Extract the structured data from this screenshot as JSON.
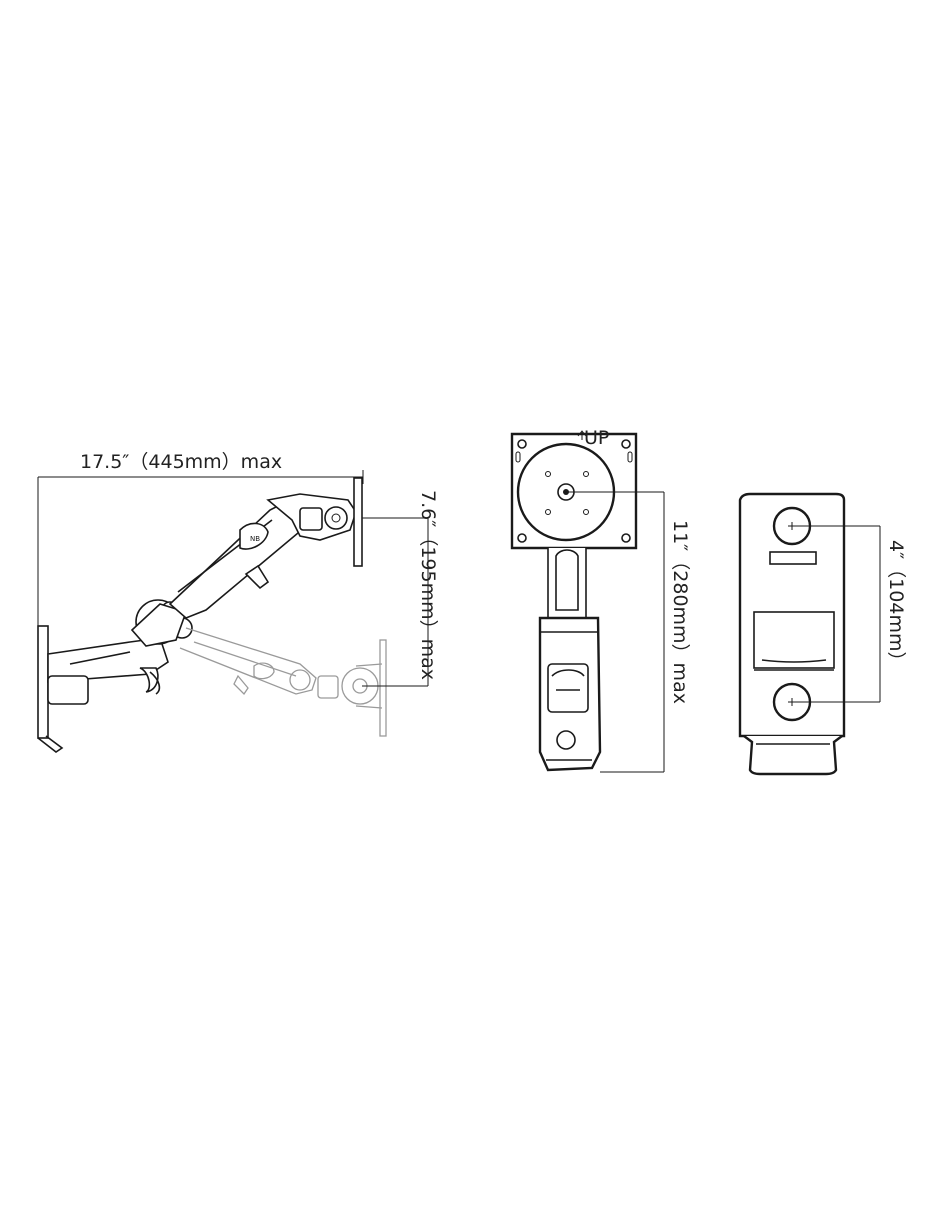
{
  "dimensions": {
    "arm_reach": "17.5″（445mm）max",
    "height_adjust": "7.6″（195mm）max",
    "vertical_length": "11″（280mm）max",
    "hole_spacing": "4″（104mm）"
  },
  "plate_mark": "UP",
  "icons": [
    "side-view-arm-icon",
    "front-view-mount-icon",
    "wall-plate-icon"
  ],
  "colors": {
    "line": "#1a1a1a",
    "ghost": "#9a9a9a",
    "background": "#ffffff"
  }
}
